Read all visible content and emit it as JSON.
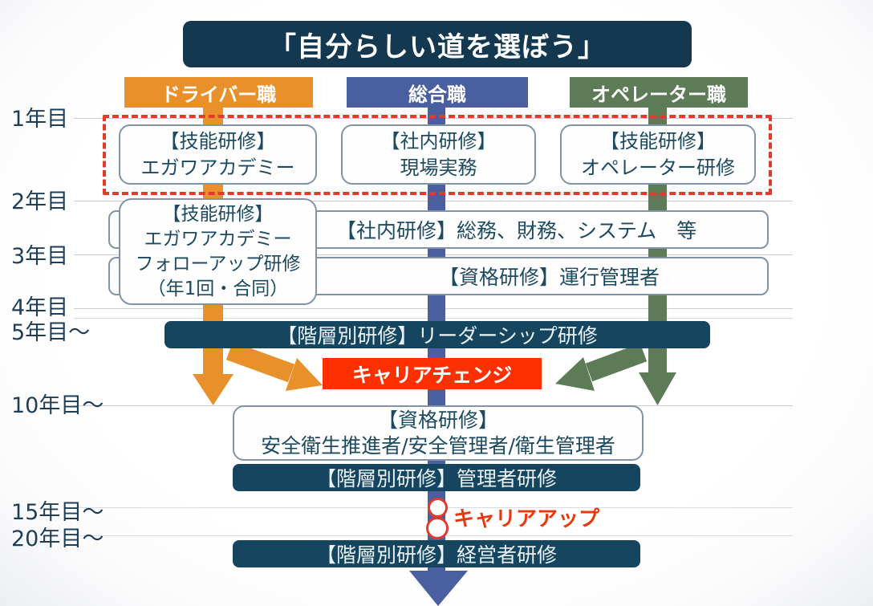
{
  "title": "「自分らしい道を選ぼう」",
  "tracks": [
    {
      "label": "ドライバー職",
      "color": "#E8912B"
    },
    {
      "label": "総合職",
      "color": "#4A5FA0"
    },
    {
      "label": "オペレーター職",
      "color": "#5E7B57"
    }
  ],
  "year_labels": [
    "1年目",
    "2年目",
    "3年目",
    "4年目",
    "5年目〜",
    "10年目〜",
    "15年目〜",
    "20年目〜"
  ],
  "first_year_boxes": [
    {
      "lines": [
        "【技能研修】",
        "エガワアカデミー"
      ]
    },
    {
      "lines": [
        "【社内研修】",
        "現場実務"
      ]
    },
    {
      "lines": [
        "【技能研修】",
        "オペレーター研修"
      ]
    }
  ],
  "driver_followup_box": {
    "lines": [
      "【技能研修】",
      "エガワアカデミー",
      "フォローアップ研修",
      "（年1回・合同）"
    ]
  },
  "internal_training_bar": "【社内研修】総務、財務、システム　等",
  "license_training_bar": "【資格研修】運行管理者",
  "leadership_bar": "【階層別研修】リーダーシップ研修",
  "career_change_label": "キャリアチェンジ",
  "safety_license_box": {
    "lines": [
      "【資格研修】",
      "安全衛生推進者/安全管理者/衛生管理者"
    ]
  },
  "manager_bar": "【階層別研修】管理者研修",
  "career_up_label": "キャリアアップ",
  "executive_bar": "【階層別研修】経営者研修",
  "colors": {
    "title_navy": "#14384F",
    "bar_navy": "#16465F",
    "driver_orange": "#E8912B",
    "sogo_blue": "#4A5FA0",
    "operator_green": "#5E7B57",
    "highlight_red_dashed": "#E23B2C",
    "career_red": "#FF3000",
    "box_border": "#8193A7",
    "box_text": "#1C4A60"
  }
}
